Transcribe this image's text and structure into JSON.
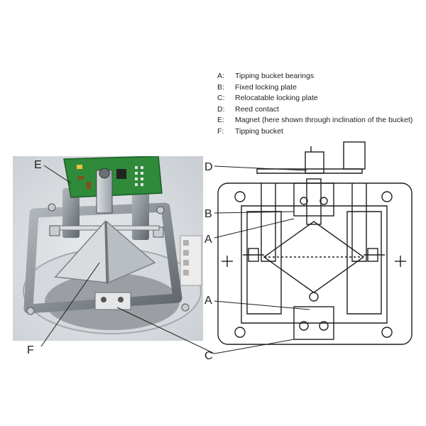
{
  "legend": [
    {
      "key": "A:",
      "text": "Tipping bucket bearings"
    },
    {
      "key": "B:",
      "text": "Fixed locking plate"
    },
    {
      "key": "C:",
      "text": "Relocatable locking plate"
    },
    {
      "key": "D:",
      "text": "Reed contact"
    },
    {
      "key": "E:",
      "text": "Magnet (here shown through inclination of the bucket)"
    },
    {
      "key": "F:",
      "text": "Tipping bucket"
    }
  ],
  "labels": {
    "E": "E",
    "F": "F",
    "D": "D",
    "B": "B",
    "A1": "A",
    "A2": "A",
    "C": "C"
  },
  "colors": {
    "line": "#1e1e1e",
    "pcb_green": "#2f8a3a",
    "metal": "#8a9097",
    "background": "#ffffff"
  }
}
